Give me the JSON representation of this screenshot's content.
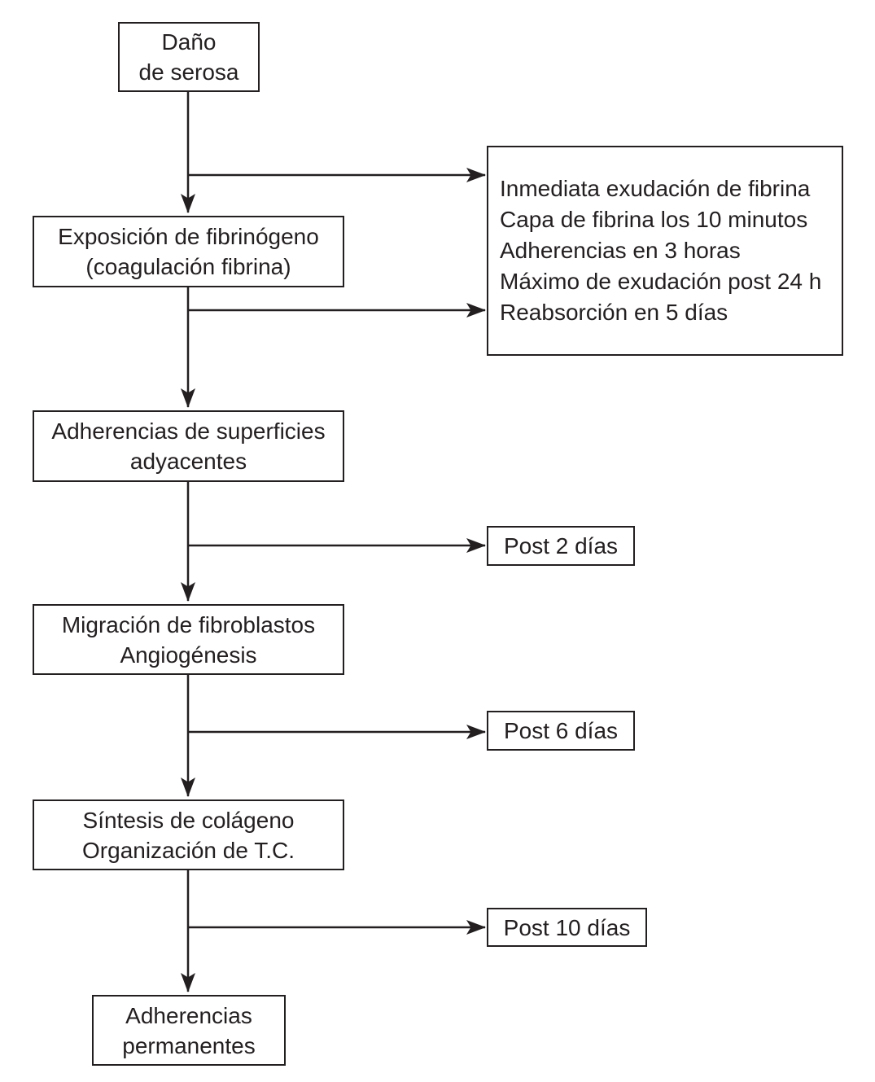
{
  "colors": {
    "ink": "#231f20",
    "background": "#ffffff"
  },
  "nodes": {
    "dano_serosa": {
      "line1": "Daño",
      "line2": "de serosa"
    },
    "exposicion_fibrinogeno": {
      "line1": "Exposición de fibrinógeno",
      "line2": "(coagulación fibrina)"
    },
    "exudacion_detalle": {
      "line1": "Inmediata exudación de fibrina",
      "line2": "Capa de fibrina los 10 minutos",
      "line3": "Adherencias en 3 horas",
      "line4": "Máximo de exudación post 24 h",
      "line5": "Reabsorción en 5 días"
    },
    "adherencias_superficies": {
      "line1": "Adherencias de superficies",
      "line2": "adyacentes"
    },
    "post_2_dias": {
      "label": "Post 2 días"
    },
    "migracion_fibroblastos": {
      "line1": "Migración de fibroblastos",
      "line2": "Angiogénesis"
    },
    "post_6_dias": {
      "label": "Post 6 días"
    },
    "sintesis_colageno": {
      "line1": "Síntesis de colágeno",
      "line2": "Organización de T.C."
    },
    "post_10_dias": {
      "label": "Post 10 días"
    },
    "adherencias_permanentes": {
      "line1": "Adherencias",
      "line2": "permanentes"
    }
  }
}
